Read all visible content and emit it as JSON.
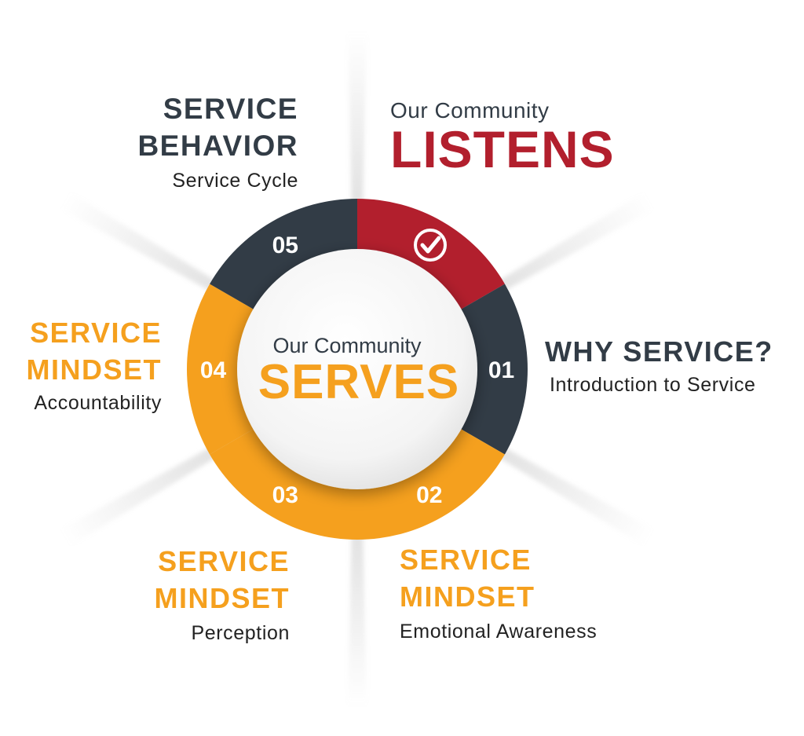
{
  "colors": {
    "red": "#b21f2d",
    "dark": "#323c46",
    "orange": "#f5a01e",
    "text_dark": "#323c46",
    "text_body": "#222222"
  },
  "center": {
    "intro": "Our Community",
    "title": "SERVES"
  },
  "top_block": {
    "intro": "Our Community",
    "title": "LISTENS"
  },
  "ring_segments": [
    {
      "id": "check",
      "color": "red",
      "icon": "checkmark-circle-icon",
      "label": ""
    },
    {
      "id": "01",
      "color": "dark",
      "label": "01"
    },
    {
      "id": "02",
      "color": "orange",
      "label": "02"
    },
    {
      "id": "03",
      "color": "orange",
      "label": "03"
    },
    {
      "id": "04",
      "color": "orange",
      "label": "04"
    },
    {
      "id": "05",
      "color": "dark",
      "label": "05"
    }
  ],
  "stages": [
    {
      "number": "01",
      "title_lines": [
        "WHY SERVICE?"
      ],
      "subtitle": "Introduction to Service",
      "color": "dark"
    },
    {
      "number": "02",
      "title_lines": [
        "SERVICE",
        "MINDSET"
      ],
      "subtitle": "Emotional Awareness",
      "color": "orange"
    },
    {
      "number": "03",
      "title_lines": [
        "SERVICE",
        "MINDSET"
      ],
      "subtitle": "Perception",
      "color": "orange"
    },
    {
      "number": "04",
      "title_lines": [
        "SERVICE",
        "MINDSET"
      ],
      "subtitle": "Accountability",
      "color": "orange"
    },
    {
      "number": "05",
      "title_lines": [
        "SERVICE",
        "BEHAVIOR"
      ],
      "subtitle": "Service Cycle",
      "color": "dark"
    }
  ]
}
